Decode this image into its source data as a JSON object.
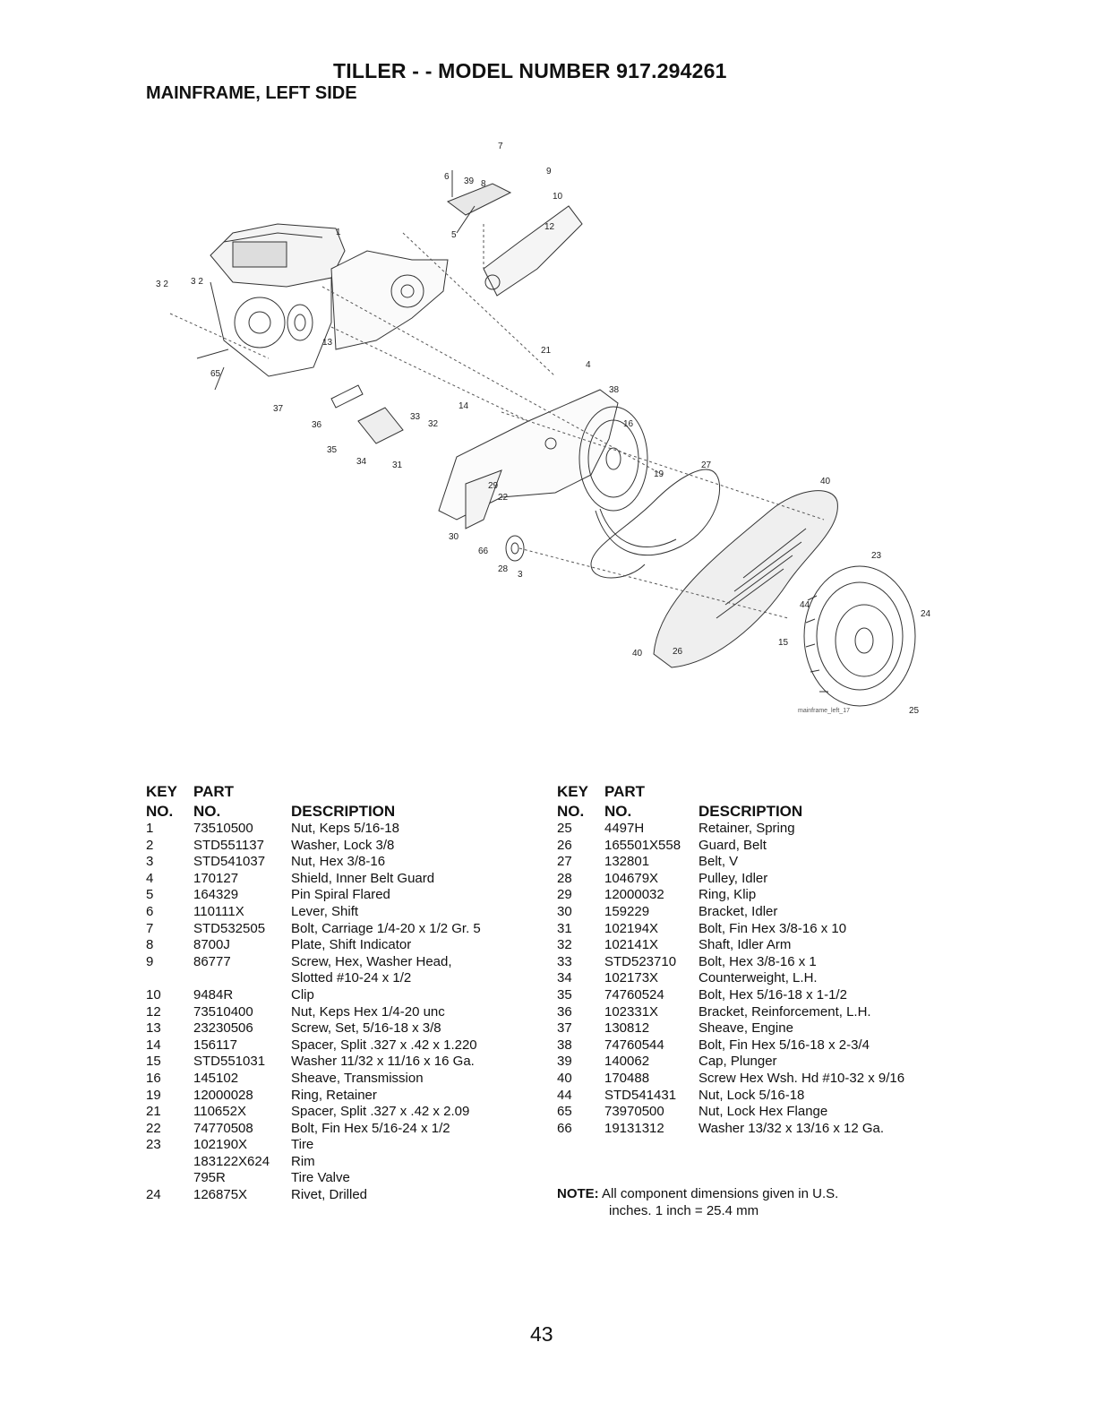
{
  "header": {
    "title": "TILLER - - MODEL NUMBER 917.294261",
    "subtitle": "MAINFRAME, LEFT SIDE"
  },
  "diagram": {
    "credit": "mainframe_left_17",
    "callouts": [
      "7",
      "6",
      "39",
      "8",
      "9",
      "10",
      "5",
      "1",
      "2",
      "3",
      "12",
      "13",
      "65",
      "21",
      "4",
      "37",
      "38",
      "14",
      "16",
      "36",
      "33",
      "32",
      "35",
      "34",
      "31",
      "19",
      "27",
      "40",
      "29",
      "22",
      "30",
      "66",
      "28",
      "3",
      "23",
      "24",
      "44",
      "40",
      "26",
      "15",
      "25"
    ]
  },
  "columns": {
    "key": "KEY",
    "no": "NO.",
    "part": "PART",
    "part_no": "NO.",
    "description": "DESCRIPTION"
  },
  "parts_left": [
    {
      "key": "1",
      "part": "73510500",
      "desc": "Nut, Keps 5/16-18"
    },
    {
      "key": "2",
      "part": "STD551137",
      "desc": "Washer, Lock 3/8"
    },
    {
      "key": "3",
      "part": "STD541037",
      "desc": "Nut, Hex 3/8-16"
    },
    {
      "key": "4",
      "part": "170127",
      "desc": "Shield, Inner Belt Guard"
    },
    {
      "key": "5",
      "part": "164329",
      "desc": "Pin Spiral Flared"
    },
    {
      "key": "6",
      "part": "110111X",
      "desc": "Lever, Shift"
    },
    {
      "key": "7",
      "part": "STD532505",
      "desc": "Bolt, Carriage 1/4-20 x 1/2 Gr. 5"
    },
    {
      "key": "8",
      "part": "8700J",
      "desc": "Plate, Shift Indicator"
    },
    {
      "key": "9",
      "part": "86777",
      "desc": "Screw, Hex, Washer Head,"
    },
    {
      "key": "",
      "part": "",
      "desc": "Slotted #10-24 x 1/2"
    },
    {
      "key": "10",
      "part": "9484R",
      "desc": "Clip"
    },
    {
      "key": "12",
      "part": "73510400",
      "desc": "Nut, Keps Hex 1/4-20 unc"
    },
    {
      "key": "13",
      "part": "23230506",
      "desc": "Screw, Set, 5/16-18 x 3/8"
    },
    {
      "key": "14",
      "part": "156117",
      "desc": "Spacer, Split .327 x .42 x 1.220"
    },
    {
      "key": "15",
      "part": "STD551031",
      "desc": "Washer 11/32 x 11/16 x 16 Ga."
    },
    {
      "key": "16",
      "part": "145102",
      "desc": "Sheave, Transmission"
    },
    {
      "key": "19",
      "part": "12000028",
      "desc": "Ring, Retainer"
    },
    {
      "key": "21",
      "part": "110652X",
      "desc": "Spacer, Split .327 x .42 x 2.09"
    },
    {
      "key": "22",
      "part": "74770508",
      "desc": "Bolt, Fin Hex 5/16-24 x 1/2"
    },
    {
      "key": "23",
      "part": "102190X",
      "desc": "Tire"
    },
    {
      "key": "",
      "part": "183122X624",
      "desc": "Rim"
    },
    {
      "key": "",
      "part": "795R",
      "desc": "Tire Valve"
    },
    {
      "key": "24",
      "part": "126875X",
      "desc": "Rivet, Drilled"
    }
  ],
  "parts_right": [
    {
      "key": "25",
      "part": "4497H",
      "desc": "Retainer, Spring"
    },
    {
      "key": "26",
      "part": "165501X558",
      "desc": "Guard, Belt"
    },
    {
      "key": "27",
      "part": "132801",
      "desc": "Belt, V"
    },
    {
      "key": "28",
      "part": "104679X",
      "desc": "Pulley, Idler"
    },
    {
      "key": "29",
      "part": "12000032",
      "desc": "Ring, Klip"
    },
    {
      "key": "30",
      "part": "159229",
      "desc": "Bracket, Idler"
    },
    {
      "key": "31",
      "part": "102194X",
      "desc": "Bolt, Fin Hex 3/8-16 x 10"
    },
    {
      "key": "32",
      "part": "102141X",
      "desc": "Shaft, Idler Arm"
    },
    {
      "key": "33",
      "part": "STD523710",
      "desc": "Bolt, Hex 3/8-16 x 1"
    },
    {
      "key": "34",
      "part": "102173X",
      "desc": "Counterweight, L.H."
    },
    {
      "key": "35",
      "part": "74760524",
      "desc": "Bolt, Hex 5/16-18 x 1-1/2"
    },
    {
      "key": "36",
      "part": "102331X",
      "desc": "Bracket, Reinforcement, L.H."
    },
    {
      "key": "37",
      "part": "130812",
      "desc": "Sheave, Engine"
    },
    {
      "key": "38",
      "part": "74760544",
      "desc": "Bolt, Fin Hex 5/16-18 x 2-3/4"
    },
    {
      "key": "39",
      "part": "140062",
      "desc": "Cap, Plunger"
    },
    {
      "key": "40",
      "part": "170488",
      "desc": "Screw Hex Wsh. Hd #10-32 x 9/16"
    },
    {
      "key": "44",
      "part": "STD541431",
      "desc": "Nut, Lock 5/16-18"
    },
    {
      "key": "65",
      "part": "73970500",
      "desc": "Nut, Lock Hex Flange"
    },
    {
      "key": "66",
      "part": "19131312",
      "desc": "Washer 13/32 x 13/16 x 12 Ga."
    }
  ],
  "note": {
    "label": "NOTE:",
    "line1": "All component dimensions given in U.S.",
    "line2": "inches. 1 inch = 25.4 mm"
  },
  "page_number": "43"
}
